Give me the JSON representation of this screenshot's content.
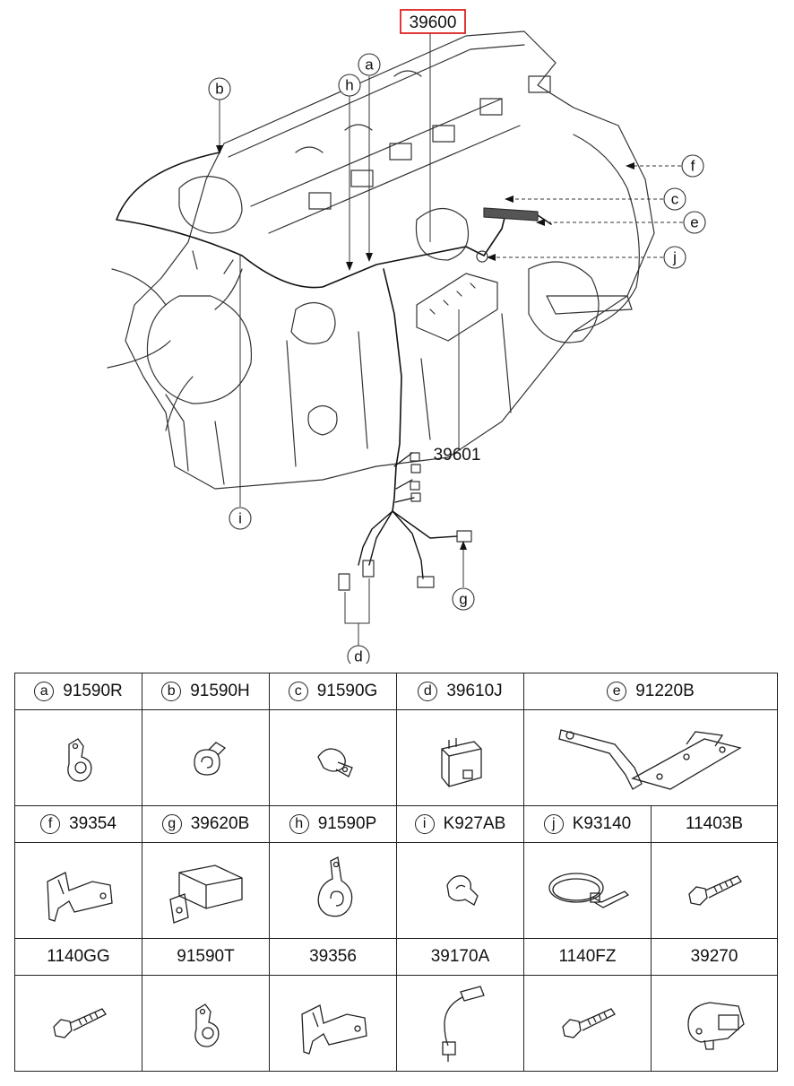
{
  "diagram": {
    "part_number_main": "39600",
    "part_number_sub": "39601",
    "callouts": [
      "a",
      "b",
      "c",
      "d",
      "e",
      "f",
      "g",
      "h",
      "i",
      "j"
    ]
  },
  "parts_table": [
    [
      {
        "letter": "a",
        "part": "91590R",
        "icon": "p-clip-icon"
      },
      {
        "letter": "b",
        "part": "91590H",
        "icon": "split-clip-icon"
      },
      {
        "letter": "c",
        "part": "91590G",
        "icon": "band-clip-icon"
      },
      {
        "letter": "d",
        "part": "39610J",
        "icon": "relay-icon"
      },
      {
        "letter": "e",
        "part": "91220B",
        "icon": "bracket-icon"
      }
    ],
    [
      {
        "letter": "f",
        "part": "39354",
        "icon": "mount-bracket-icon"
      },
      {
        "letter": "g",
        "part": "39620B",
        "icon": "connector-box-icon"
      },
      {
        "letter": "h",
        "part": "91590P",
        "icon": "p-clamp-icon"
      },
      {
        "letter": "i",
        "part": "K927AB",
        "icon": "clip-icon"
      },
      {
        "letter": "j",
        "part": "K93140",
        "icon": "cable-tie-icon"
      },
      {
        "letter": "",
        "part": "11403B",
        "icon": "bolt-icon"
      }
    ],
    [
      {
        "letter": "",
        "part": "1140GG",
        "icon": "bolt-icon"
      },
      {
        "letter": "",
        "part": "91590T",
        "icon": "p-clip-icon"
      },
      {
        "letter": "",
        "part": "39356",
        "icon": "mount-bracket-icon"
      },
      {
        "letter": "",
        "part": "39170A",
        "icon": "sensor-icon"
      },
      {
        "letter": "",
        "part": "1140FZ",
        "icon": "bolt-icon"
      },
      {
        "letter": "",
        "part": "39270",
        "icon": "map-sensor-icon"
      }
    ]
  ]
}
